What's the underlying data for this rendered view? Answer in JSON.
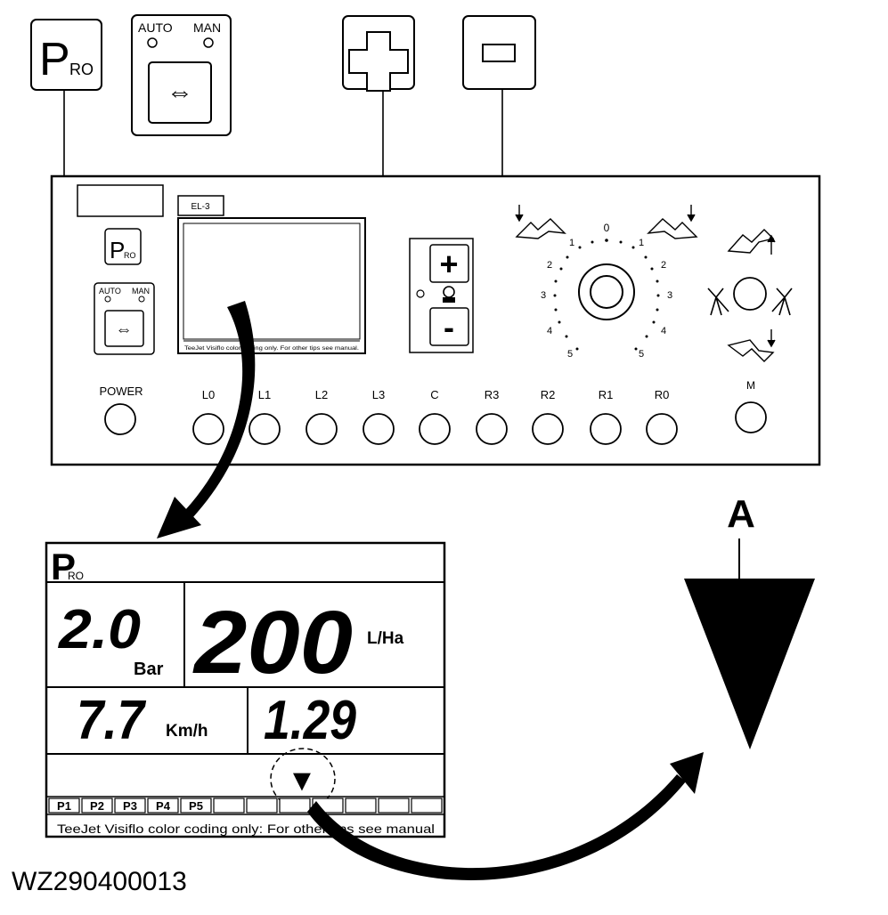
{
  "callouts": {
    "pro_button": {
      "big": "P",
      "small": "RO"
    },
    "auto_man": {
      "auto": "AUTO",
      "man": "MAN",
      "arrow": "⇔"
    },
    "plus": "+",
    "minus": "−"
  },
  "console": {
    "model_tag": "EL-3",
    "pro_button": {
      "big": "P",
      "small": "RO"
    },
    "auto_man": {
      "auto": "AUTO",
      "man": "MAN",
      "arrow": "⇔"
    },
    "screen_footer": "TeeJet Visiflo color coding only. For other tips see manual.",
    "plus_label": "+",
    "minus_label": "-",
    "dial_ticks_left": [
      "0",
      "1",
      "2",
      "3",
      "4",
      "5"
    ],
    "dial_ticks_right": [
      "1",
      "2",
      "3",
      "4",
      "5"
    ],
    "power_label": "POWER",
    "section_buttons": [
      "L0",
      "L1",
      "L2",
      "L3",
      "C",
      "R3",
      "R2",
      "R1",
      "R0"
    ],
    "m_label": "M"
  },
  "display": {
    "logo": {
      "big": "P",
      "small": "RO"
    },
    "pressure": {
      "value": "2.0",
      "unit": "Bar"
    },
    "rate": {
      "value": "200",
      "unit": "L/Ha"
    },
    "speed": {
      "value": "7.7",
      "unit": "Km/h"
    },
    "aux_value": "1.29",
    "pointer_glyph": "▼",
    "presets": [
      "P1",
      "P2",
      "P3",
      "P4",
      "P5"
    ],
    "footer": "TeeJet Visiflo color coding only: For other tips see manual"
  },
  "detail_label": "A",
  "figure_id": "WZ290400013",
  "colors": {
    "ink": "#000000",
    "paper": "#ffffff"
  }
}
